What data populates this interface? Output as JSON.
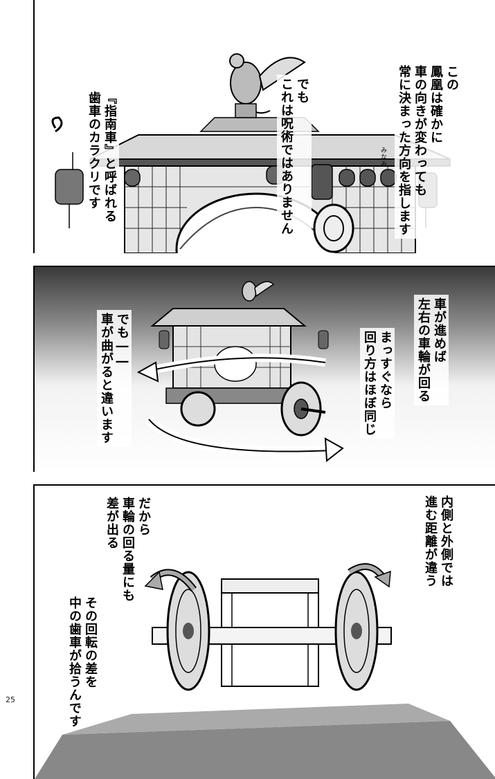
{
  "page_number": "25",
  "panels": [
    {
      "id": "panel-1",
      "texts": {
        "a": "この\n鳳凰は確かに\n車の向きが変わっても\n常に決まった方向を指します",
        "a_ruby": "みなみ",
        "b": "でも\nこれは呪術ではありません",
        "c": "『指南車』と呼ばれる\n歯車のカラクリです"
      }
    },
    {
      "id": "panel-2",
      "texts": {
        "a": "車が進めば\n左右の車輪が回る",
        "b": "まっすぐなら\n回り方はほぼ同じ",
        "c": "でも――\n車が曲がると違います"
      }
    },
    {
      "id": "panel-3",
      "texts": {
        "a": "内側と外側では\n進む距離が違う",
        "b": "だから\n車輪の回る量にも\n差が出る",
        "c": "その回転の差を\n中の歯車が拾うんです"
      }
    }
  ]
}
